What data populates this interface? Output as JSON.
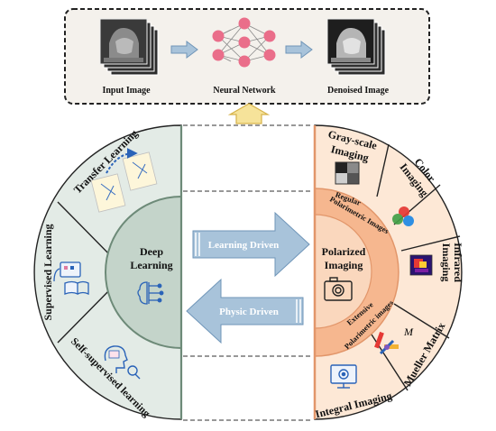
{
  "top_panel": {
    "input_label": "Input Image",
    "network_label": "Neural Network",
    "output_label": "Denoised Image"
  },
  "left_panel": {
    "center_title_line1": "Deep",
    "center_title_line2": "Learning",
    "segments": [
      "Transfer Learning",
      "Supervised Learning",
      "Self-supervised learning"
    ]
  },
  "middle": {
    "upper_arrow_label": "Learning Driven",
    "lower_arrow_label": "Physic Driven"
  },
  "right_panel": {
    "center_title_line1": "Polarized",
    "center_title_line2": "Imaging",
    "ring_upper_line1": "Regular",
    "ring_upper_line2": "Polarimetric Images",
    "ring_lower_line1": "Extensive",
    "ring_lower_line2": "Polarimetric images",
    "segments": {
      "gray_line1": "Gray-scale",
      "gray_line2": "Imaging",
      "color_line1": "Color",
      "color_line2": "Imaging",
      "infrared_line1": "Infrared",
      "infrared_line2": "Imaging",
      "mueller": "Mueller Matrix",
      "integral": "Integral Imaging"
    },
    "mueller_symbol": "M"
  },
  "colors": {
    "left_bg": "#e3ebe6",
    "left_inner": "#c4d4ca",
    "left_border": "#6d8a78",
    "right_outer": "#fde8d6",
    "right_ring": "#f6b78f",
    "right_inner": "#fad7bd",
    "right_border": "#e2966a",
    "arrow_fill": "#a8c3da",
    "node_pink": "#ea6e8a"
  }
}
